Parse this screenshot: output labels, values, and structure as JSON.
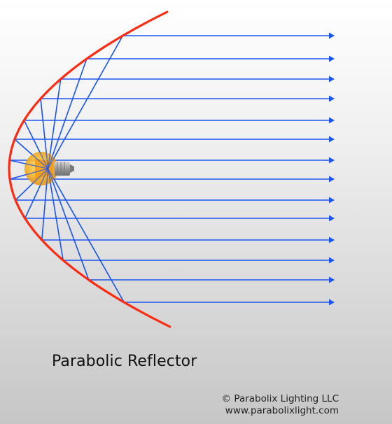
{
  "diagram": {
    "title": "Parabolic Reflector",
    "credit_line1": "© Parabolix Lighting LLC",
    "credit_line2": "www.parabolixlight.com",
    "colors": {
      "reflector": "#ff2a10",
      "ray": "#1c56ef",
      "bulb_glass": "#f5a81c",
      "bulb_base": "#9c9c9c"
    },
    "icons": [
      "light-bulb-icon",
      "arrowhead-icon"
    ]
  }
}
